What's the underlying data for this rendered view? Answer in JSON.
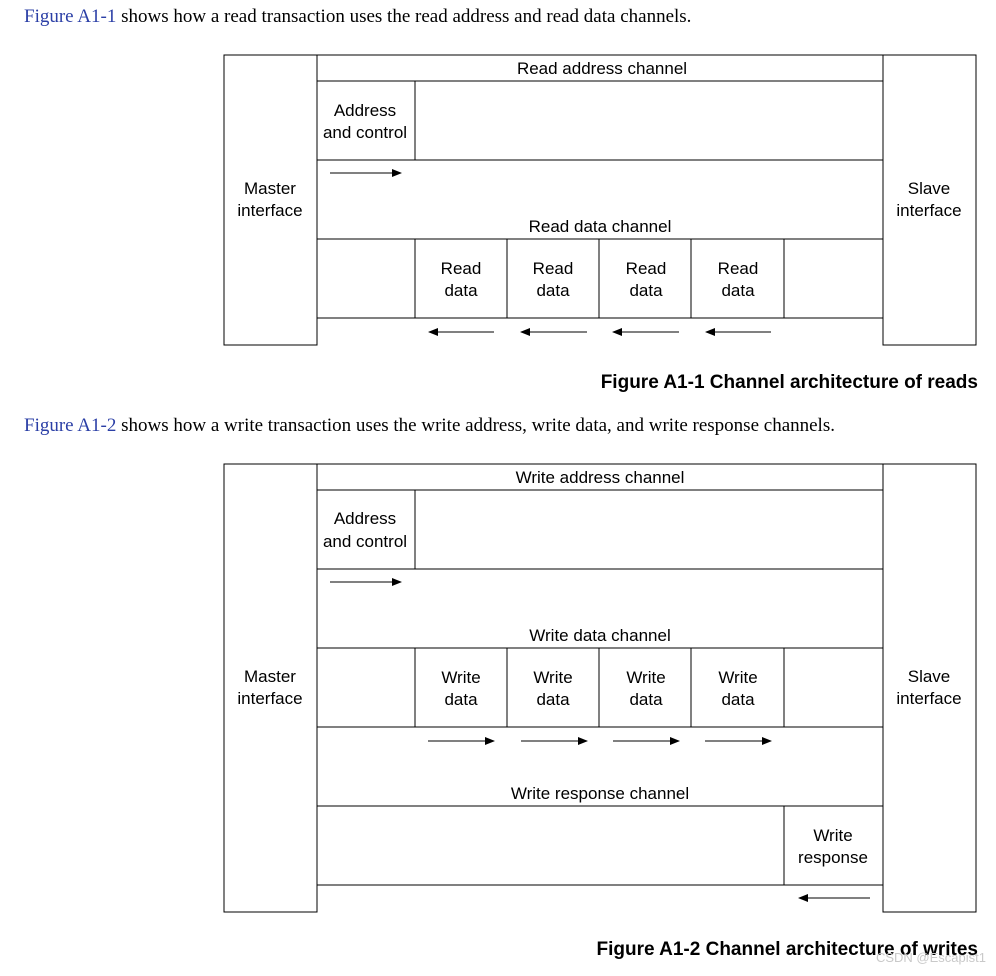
{
  "colors": {
    "link": "#2b3fa6",
    "text": "#000000"
  },
  "intro1": {
    "ref": "Figure A1-1",
    "text": " shows how a read transaction uses the read address and read data channels."
  },
  "fig1": {
    "master": [
      "Master",
      "interface"
    ],
    "slave": [
      "Slave",
      "interface"
    ],
    "addr_channel": "Read address channel",
    "addr_cell": [
      "Address",
      "and control"
    ],
    "data_channel": "Read data channel",
    "data_cells": [
      [
        "Read",
        "data"
      ],
      [
        "Read",
        "data"
      ],
      [
        "Read",
        "data"
      ],
      [
        "Read",
        "data"
      ]
    ],
    "caption": "Figure A1-1 Channel architecture of reads"
  },
  "intro2": {
    "ref": "Figure A1-2",
    "text": " shows how a write transaction uses the write address, write data, and write response channels."
  },
  "fig2": {
    "master": [
      "Master",
      "interface"
    ],
    "slave": [
      "Slave",
      "interface"
    ],
    "addr_channel": "Write address channel",
    "addr_cell": [
      "Address",
      "and control"
    ],
    "data_channel": "Write data channel",
    "data_cells": [
      [
        "Write",
        "data"
      ],
      [
        "Write",
        "data"
      ],
      [
        "Write",
        "data"
      ],
      [
        "Write",
        "data"
      ]
    ],
    "resp_channel": "Write response channel",
    "resp_cell": [
      "Write",
      "response"
    ],
    "caption": "Figure A1-2 Channel architecture of writes"
  },
  "watermark": "CSDN @Escapist1"
}
